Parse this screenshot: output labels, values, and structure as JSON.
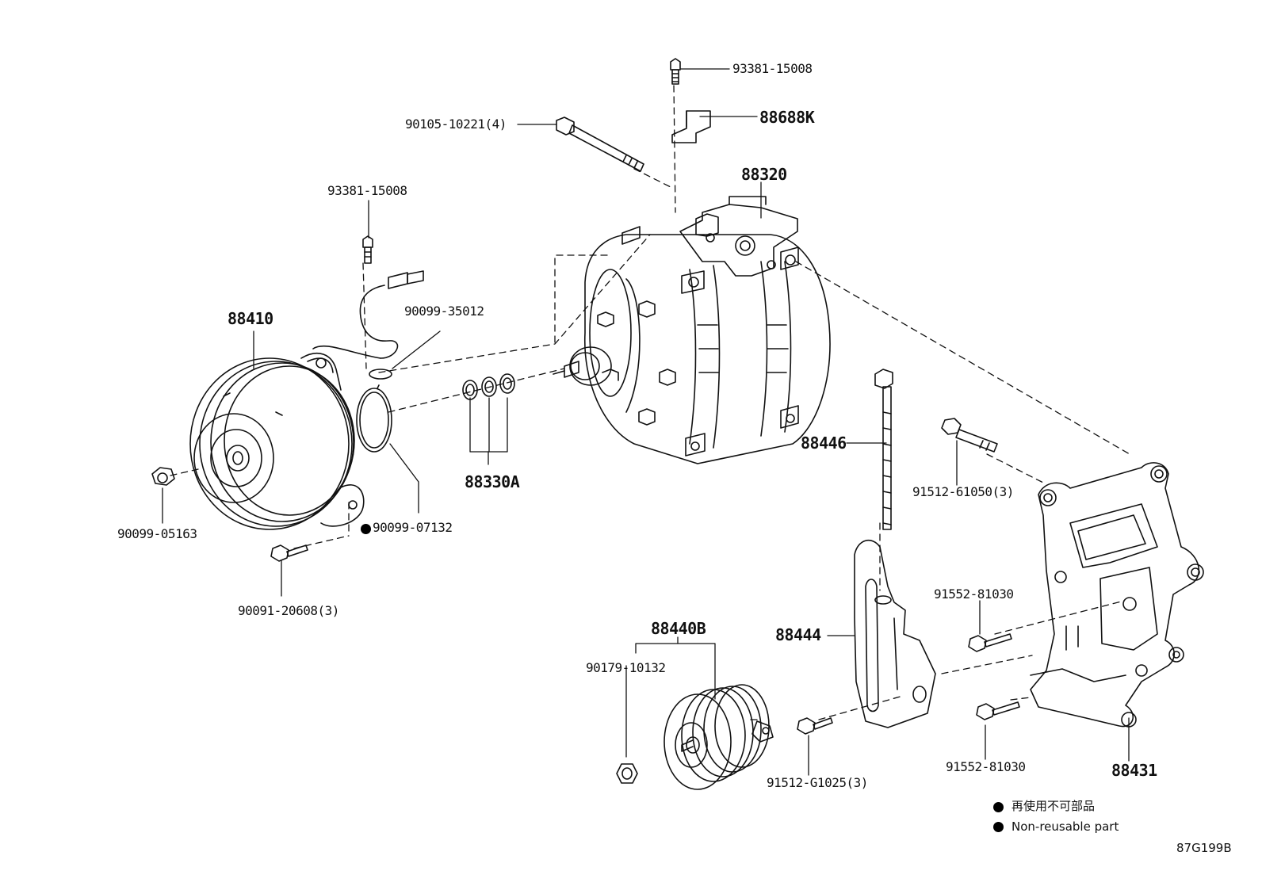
{
  "labels": {
    "p93381_top": "93381-15008",
    "p88688K": "88688K",
    "p90105": "90105-10221(4)",
    "p88320": "88320",
    "p93381_left": "93381-15008",
    "p90099_35012": "90099-35012",
    "p88410": "88410",
    "p88446": "88446",
    "p91512_61050": "91512-61050(3)",
    "p88330A": "88330A",
    "p90099_05163": "90099-05163",
    "p90099_07132": "90099-07132",
    "p90091": "90091-20608(3)",
    "p91552_a": "91552-81030",
    "p88440B": "88440B",
    "p90179": "90179-10132",
    "p88444": "88444",
    "p91552_b": "91552-81030",
    "p88431": "88431",
    "p91512_G1025": "91512-G1025(3)"
  },
  "legend": {
    "japanese": "再使用不可部品",
    "english": "Non-reusable part"
  },
  "diagram_code": "87G199B"
}
